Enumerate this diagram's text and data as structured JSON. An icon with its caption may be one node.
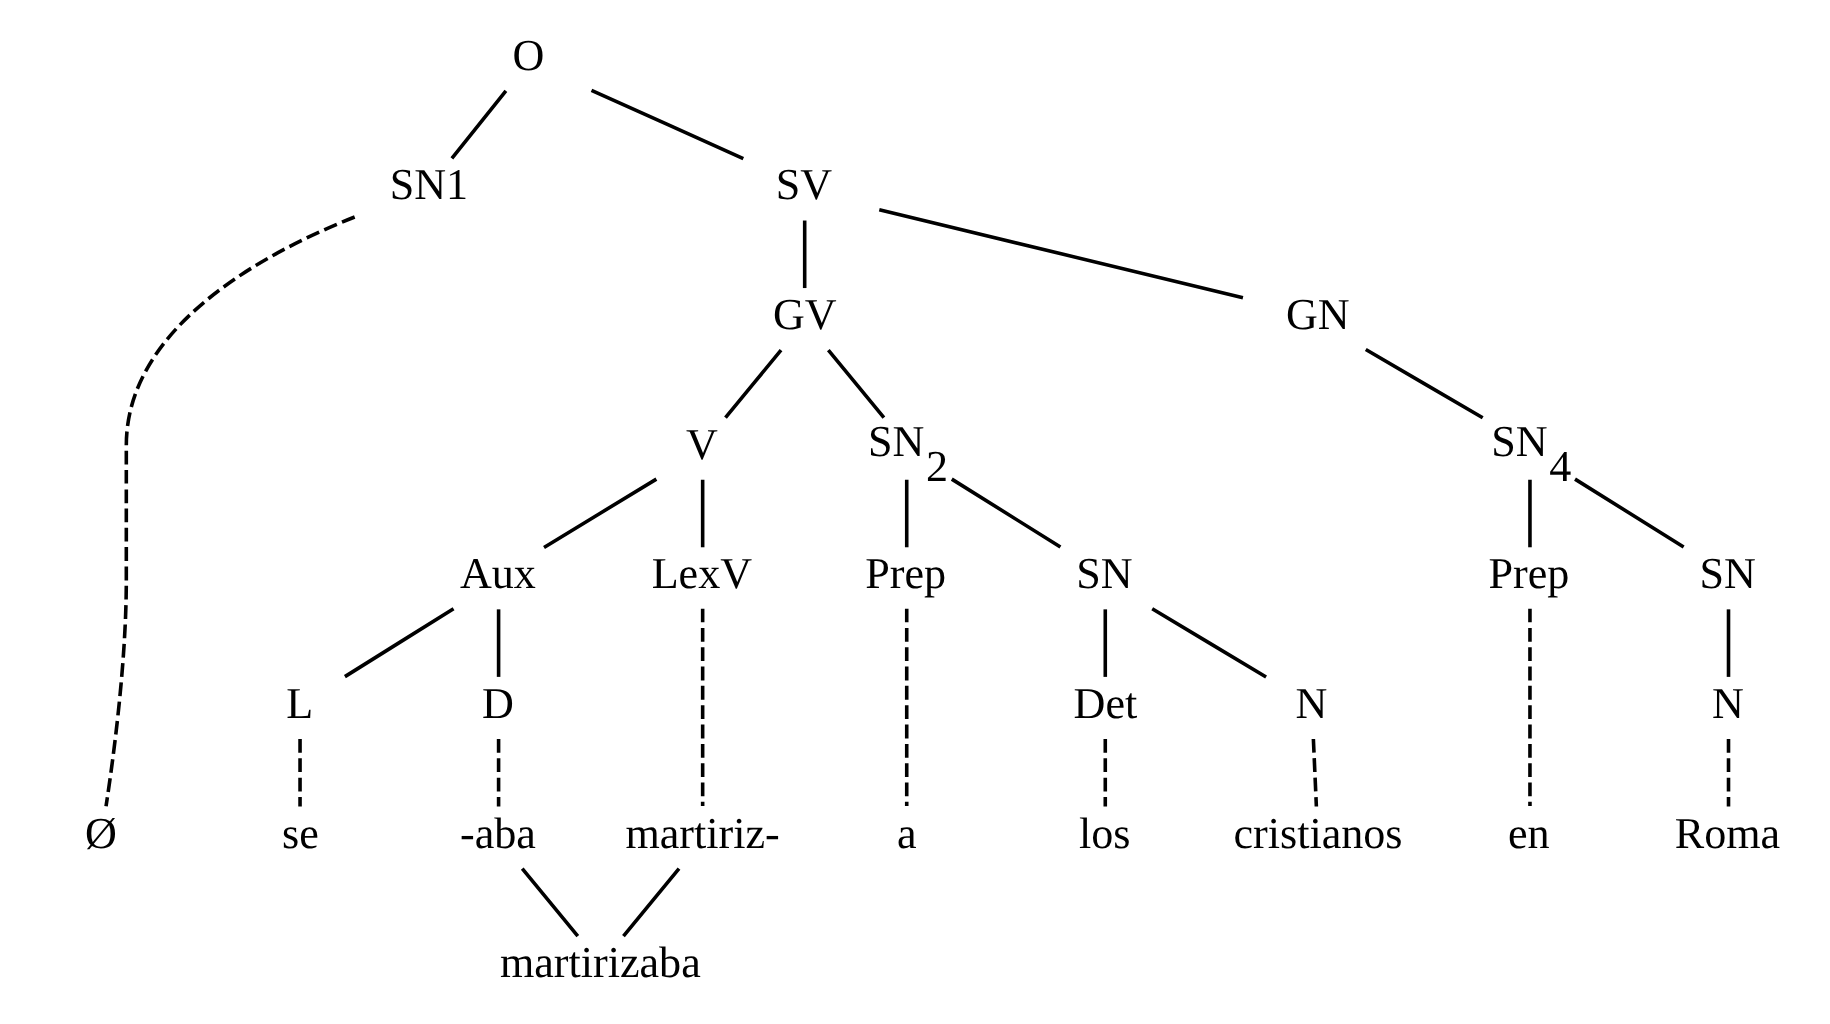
{
  "diagram": {
    "nodes": [
      {
        "text": [
          "O"
        ]
      },
      {
        "text": [
          "SN1"
        ]
      },
      {
        "text": [
          "SV"
        ]
      },
      {
        "text": [
          "GV"
        ]
      },
      {
        "text": [
          "GN"
        ]
      },
      {
        "text": [
          "V"
        ]
      },
      {
        "text": [
          "SN$_{2}$"
        ]
      },
      {
        "text": [
          "SN$_{4}$"
        ]
      },
      {
        "text": [
          "Aux"
        ]
      },
      {
        "text": [
          "LexV"
        ]
      },
      {
        "text": [
          "Prep"
        ]
      },
      {
        "text": [
          "SN"
        ]
      },
      {
        "text": [
          "Prep"
        ]
      },
      {
        "text": [
          "SN"
        ]
      },
      {
        "text": [
          "L"
        ]
      },
      {
        "text": [
          "D"
        ]
      },
      {
        "text": [
          "Det"
        ]
      },
      {
        "text": [
          "N"
        ]
      },
      {
        "text": [
          "N"
        ]
      },
      {
        "text": [
          "Ø"
        ]
      },
      {
        "text": [
          "se"
        ]
      },
      {
        "text": [
          "-aba"
        ]
      },
      {
        "text": [
          "martiriz-"
        ]
      },
      {
        "text": [
          "a"
        ]
      },
      {
        "text": [
          "los"
        ]
      },
      {
        "text": [
          "cristianos"
        ]
      },
      {
        "text": [
          "en"
        ]
      },
      {
        "text": [
          "Roma"
        ]
      },
      {
        "text": [
          "martirizaba"
        ]
      }
    ],
    "edges": [
      {
        "from": 0,
        "to": 1,
        "arrow": "none"
      },
      {
        "from": 0,
        "to": 2,
        "arrow": "none"
      },
      {
        "from": 1,
        "to": 19,
        "arrow": "none",
        "style": "dashed"
      },
      {
        "from": 2,
        "to": 3,
        "arrow": "none"
      },
      {
        "from": 2,
        "to": 4,
        "arrow": "none"
      },
      {
        "from": 3,
        "to": 5,
        "arrow": "none"
      },
      {
        "from": 3,
        "to": 6,
        "arrow": "none"
      },
      {
        "from": 4,
        "to": 7,
        "arrow": "none"
      },
      {
        "from": 5,
        "to": 8,
        "arrow": "none"
      },
      {
        "from": 5,
        "to": 9,
        "arrow": "none"
      },
      {
        "from": 6,
        "to": 10,
        "arrow": "none"
      },
      {
        "from": 6,
        "to": 11,
        "arrow": "none"
      },
      {
        "from": 7,
        "to": 12,
        "arrow": "none"
      },
      {
        "from": 7,
        "to": 13,
        "arrow": "none"
      },
      {
        "from": 8,
        "to": 14,
        "arrow": "none"
      },
      {
        "from": 8,
        "to": 15,
        "arrow": "none"
      },
      {
        "from": 9,
        "to": 22,
        "arrow": "none",
        "style": "dashed"
      },
      {
        "from": 10,
        "to": 23,
        "arrow": "none",
        "style": "dashed"
      },
      {
        "from": 11,
        "to": 16,
        "arrow": "none"
      },
      {
        "from": 11,
        "to": 17,
        "arrow": "none"
      },
      {
        "from": 12,
        "to": 26,
        "arrow": "none",
        "style": "dashed"
      },
      {
        "from": 13,
        "to": 18,
        "arrow": "none"
      },
      {
        "from": 14,
        "to": 20,
        "arrow": "none",
        "style": "dashed"
      },
      {
        "from": 15,
        "to": 21,
        "arrow": "none",
        "style": "dashed"
      },
      {
        "from": 16,
        "to": 24,
        "arrow": "none",
        "style": "dashed"
      },
      {
        "from": 17,
        "to": 25,
        "arrow": "none",
        "style": "dashed"
      },
      {
        "from": 18,
        "to": 27,
        "arrow": "none",
        "style": "dashed"
      },
      {
        "from": 21,
        "to": 28,
        "arrow": "none"
      },
      {
        "from": 22,
        "to": 28,
        "arrow": "none"
      }
    ]
  }
}
